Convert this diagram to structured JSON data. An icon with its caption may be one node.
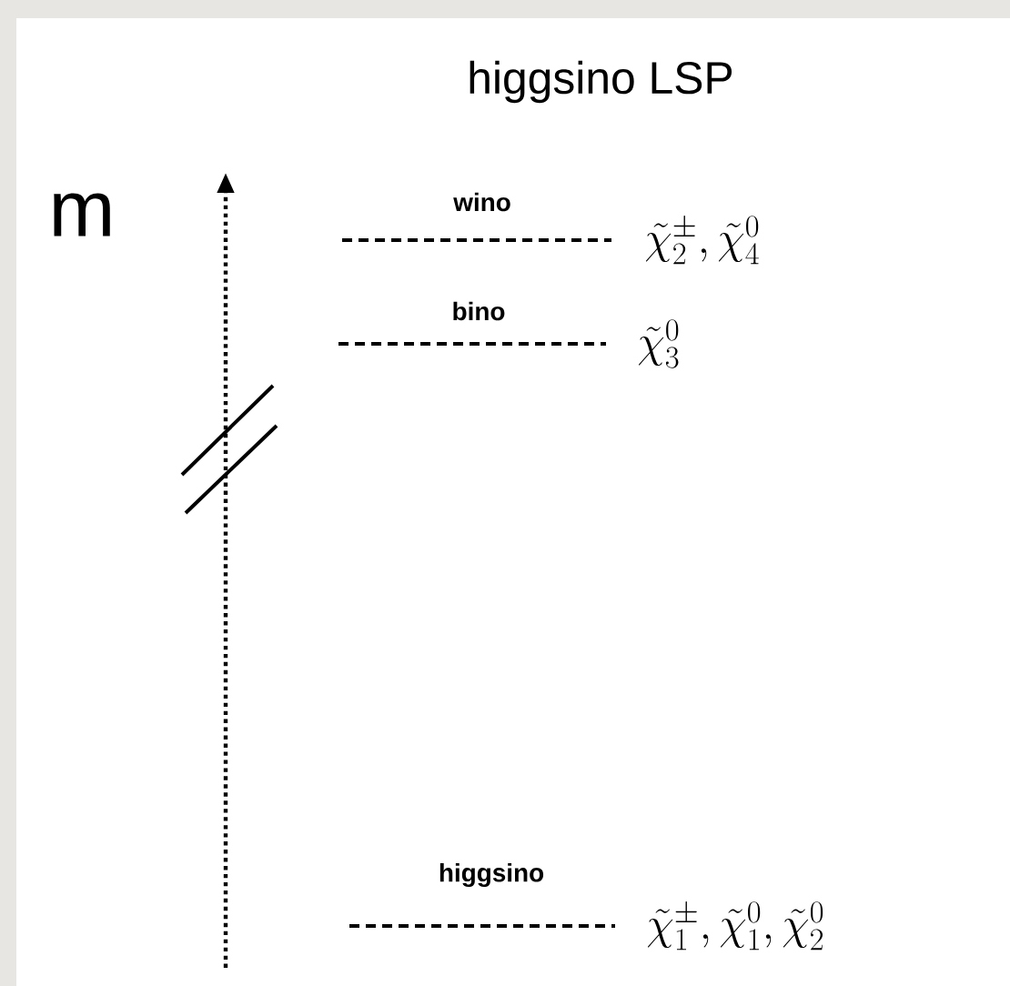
{
  "diagram": {
    "title": "higgsino LSP",
    "labels": [
      "m",
      "wino",
      "\\tilde{\\chi}_2^{\\pm}, \\tilde{\\chi}_4^0",
      "bino",
      "\\tilde{\\chi}_3^0",
      "higgsino",
      "\\tilde{\\chi}_1^{\\pm}, \\tilde{\\chi}_1^0, \\tilde{\\chi}_2^0"
    ]
  }
}
